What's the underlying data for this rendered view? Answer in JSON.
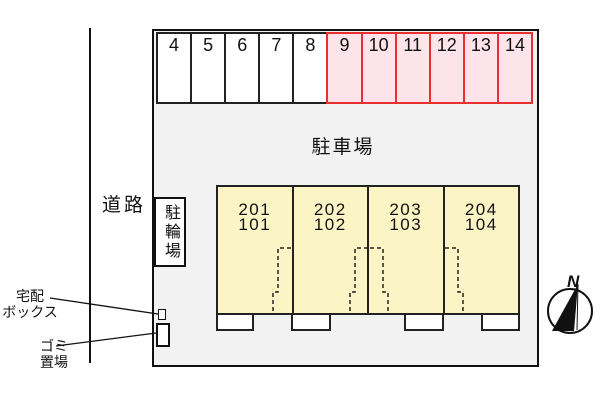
{
  "road": {
    "label": "道路"
  },
  "site": {
    "parking": {
      "label": "駐車場",
      "spaces": [
        {
          "number": "4",
          "highlighted": false
        },
        {
          "number": "5",
          "highlighted": false
        },
        {
          "number": "6",
          "highlighted": false
        },
        {
          "number": "7",
          "highlighted": false
        },
        {
          "number": "8",
          "highlighted": false
        },
        {
          "number": "9",
          "highlighted": true
        },
        {
          "number": "10",
          "highlighted": true
        },
        {
          "number": "11",
          "highlighted": true
        },
        {
          "number": "12",
          "highlighted": true
        },
        {
          "number": "13",
          "highlighted": true
        },
        {
          "number": "14",
          "highlighted": true
        }
      ]
    },
    "bicycle_parking": {
      "label": "駐輪場"
    },
    "building": {
      "units": [
        {
          "upper": "201",
          "lower": "101"
        },
        {
          "upper": "202",
          "lower": "102"
        },
        {
          "upper": "203",
          "lower": "103"
        },
        {
          "upper": "204",
          "lower": "104"
        }
      ]
    },
    "delivery_box": {
      "label_line1": "宅配",
      "label_line2": "ボックス"
    },
    "garbage_area": {
      "label_line1": "ゴミ",
      "label_line2": "置場"
    }
  },
  "compass": {
    "label": "N"
  },
  "colors": {
    "site_fill": "#f2f2f2",
    "space_fill": "#ffffff",
    "space_highlight_fill": "#fce4ea",
    "space_highlight_border": "#e83030",
    "building_fill": "#fbf5c6",
    "line": "#111111"
  }
}
